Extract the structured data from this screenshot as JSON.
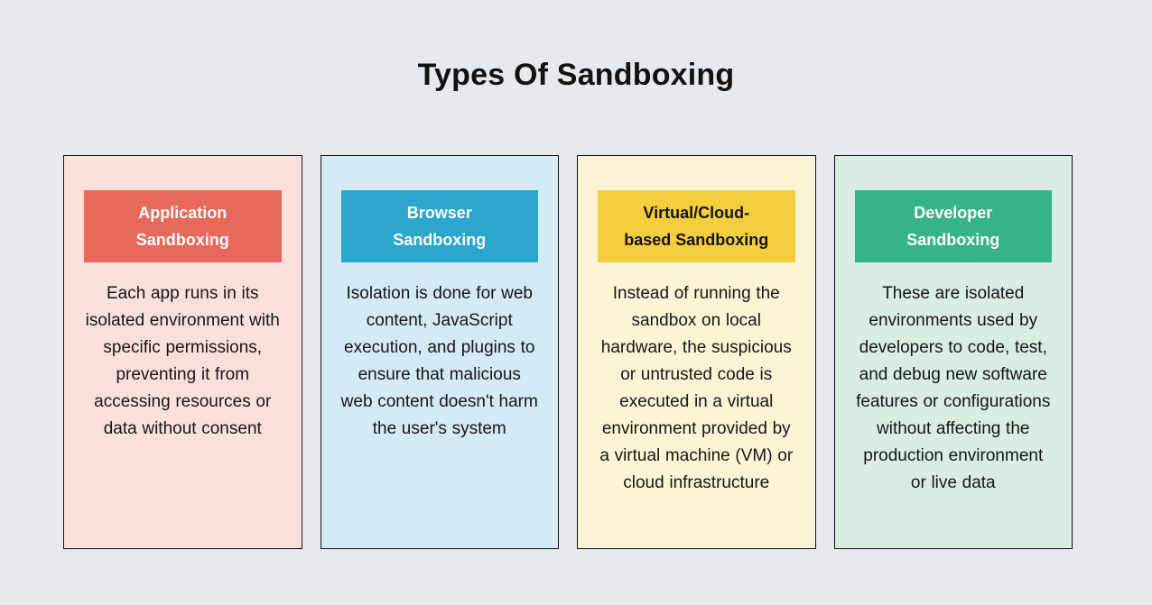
{
  "page": {
    "title": "Types Of Sandboxing",
    "background_color": "#e7eaec",
    "title_color": "#121212"
  },
  "cards": [
    {
      "header": "Application Sandboxing",
      "header_line1": "Application",
      "header_line2": "Sandboxing",
      "body": "Each app runs in its isolated environment with specific permissions, preventing it from accessing resources or data without consent",
      "card_bg": "#fce0dc",
      "header_bg": "#e8685a",
      "header_text_color": "#ffffff",
      "border_color": "#111111"
    },
    {
      "header": "Browser Sandboxing",
      "header_line1": "Browser",
      "header_line2": "Sandboxing",
      "body": "Isolation is done for web content, JavaScript execution, and plugins to ensure that malicious web content doesn't harm the user's system",
      "card_bg": "#d4eaf7",
      "header_bg": "#2ba6ce",
      "header_text_color": "#ffffff",
      "border_color": "#111111"
    },
    {
      "header": "Virtual/Cloud-based Sandboxing",
      "header_line1": "Virtual/Cloud-",
      "header_line2": "based Sandboxing",
      "body": "Instead of running the sandbox on local hardware, the suspicious or untrusted code is executed in a virtual environment provided by a virtual machine (VM) or cloud infrastructure",
      "card_bg": "#fdf4d5",
      "header_bg": "#f5ce3e",
      "header_text_color": "#141414",
      "border_color": "#111111"
    },
    {
      "header": "Developer Sandboxing",
      "header_line1": "Developer",
      "header_line2": "Sandboxing",
      "body": "These are isolated environments used by developers to code, test, and debug new software features or configurations without affecting the production environment or live data",
      "card_bg": "#d9ede3",
      "header_bg": "#36b483",
      "header_text_color": "#ffffff",
      "border_color": "#111111"
    }
  ]
}
